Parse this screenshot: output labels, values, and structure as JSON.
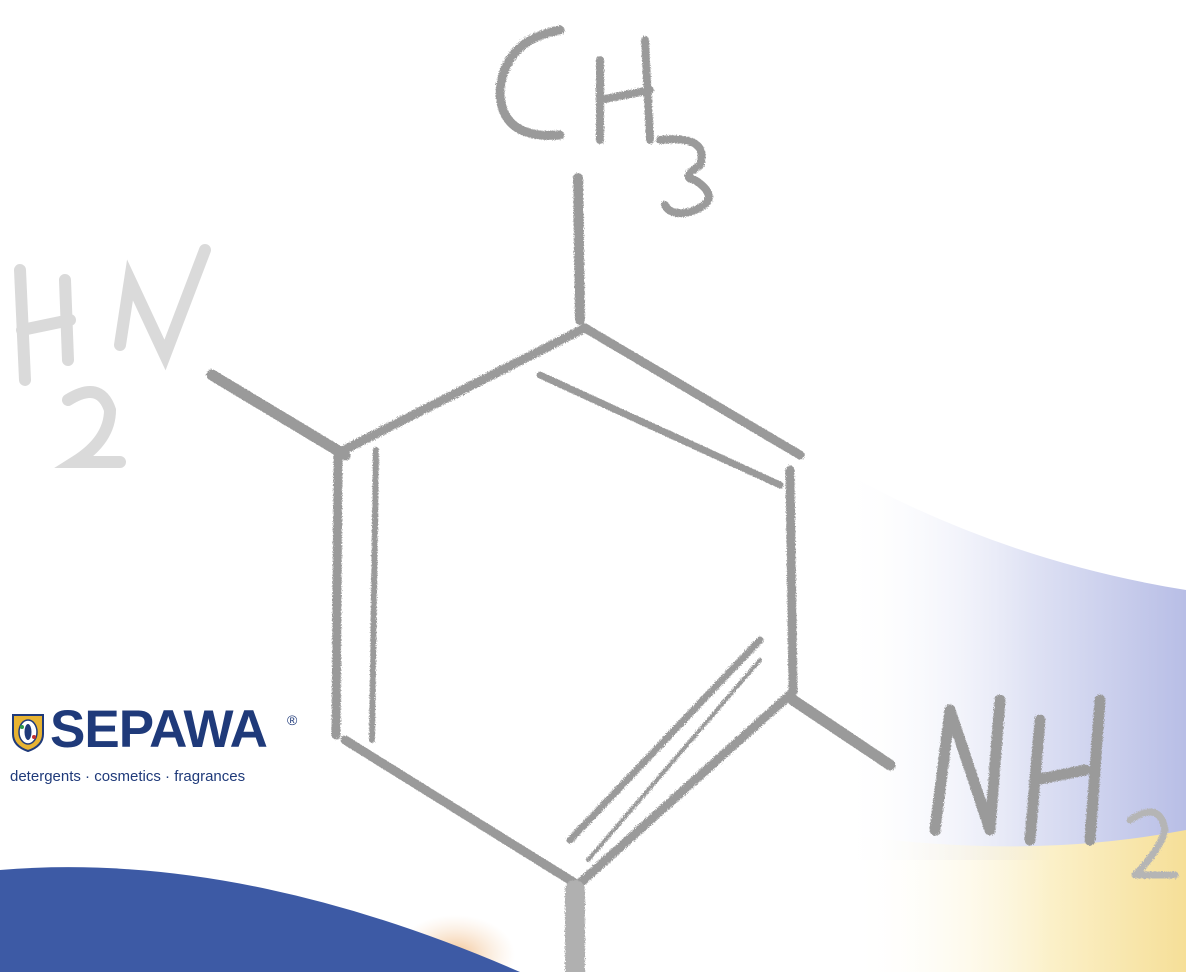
{
  "brand": {
    "name": "SEPAWA",
    "registered_mark": "®",
    "tagline": "detergents · cosmetics · fragrances",
    "color": "#1f3a7a",
    "badge_color": "#e7b332"
  },
  "drawing": {
    "group_top": "CH3",
    "group_left": "H2N",
    "group_right": "NH2",
    "stroke_color": "#9a9a9a",
    "faint_color": "#d9d9d9"
  },
  "decor": {
    "blue_band": "#3d5aa5",
    "lilac_wash": "#c3c8ea",
    "yellow_wash": "#f8e7a6",
    "peach": "#f4c9a2"
  }
}
